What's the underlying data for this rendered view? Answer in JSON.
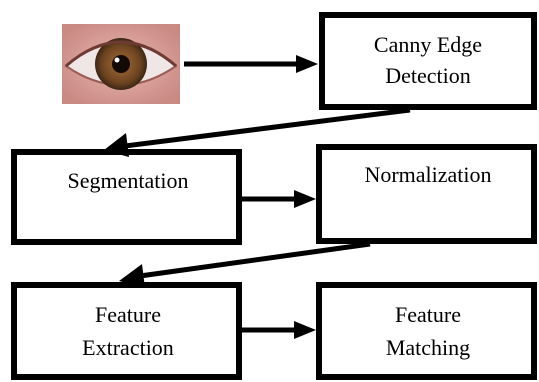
{
  "diagram": {
    "nodes": [
      {
        "id": "eye-image",
        "type": "image",
        "icon": "eye-photo"
      },
      {
        "id": "canny",
        "lines": [
          "Canny Edge",
          "Detection"
        ]
      },
      {
        "id": "segmentation",
        "lines": [
          "Segmentation"
        ]
      },
      {
        "id": "normalization",
        "lines": [
          "Normalization"
        ]
      },
      {
        "id": "feature-extraction",
        "lines": [
          "Feature",
          "Extraction"
        ]
      },
      {
        "id": "feature-matching",
        "lines": [
          "Feature",
          "Matching"
        ]
      }
    ],
    "edges": [
      {
        "from": "eye-image",
        "to": "canny"
      },
      {
        "from": "canny",
        "to": "segmentation"
      },
      {
        "from": "segmentation",
        "to": "normalization"
      },
      {
        "from": "normalization",
        "to": "feature-extraction"
      },
      {
        "from": "feature-extraction",
        "to": "feature-matching"
      }
    ],
    "colors": {
      "stroke": "#000000",
      "iris": "#7a4a22",
      "skin": "#d99a92",
      "sclera": "#f2eeee"
    }
  }
}
